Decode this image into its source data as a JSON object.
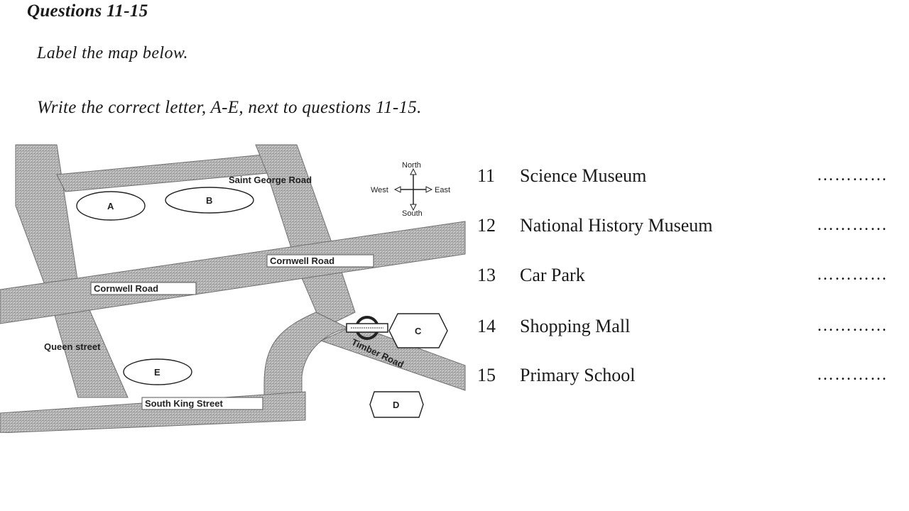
{
  "heading": "Questions 11-15",
  "instruction1": "Label the map below.",
  "instruction2": "Write the correct letter, A-E, next to questions 11-15.",
  "map": {
    "roads": {
      "saint_george": "Saint George Road",
      "cornwell_upper": "Cornwell Road",
      "cornwell_lower": "Cornwell Road",
      "queen": "Queen street",
      "timber": "Timber Road",
      "south_king": "South King Street"
    },
    "locations": [
      "A",
      "B",
      "C",
      "D",
      "E"
    ],
    "compass": {
      "north": "North",
      "south": "South",
      "east": "East",
      "west": "West"
    }
  },
  "questions": [
    {
      "number": "11",
      "label": "Science Museum",
      "answer": "…………"
    },
    {
      "number": "12",
      "label": "National History Museum",
      "answer": "…………"
    },
    {
      "number": "13",
      "label": "Car Park",
      "answer": "…………"
    },
    {
      "number": "14",
      "label": "Shopping Mall",
      "answer": "…………"
    },
    {
      "number": "15",
      "label": "Primary School",
      "answer": "…………"
    }
  ]
}
